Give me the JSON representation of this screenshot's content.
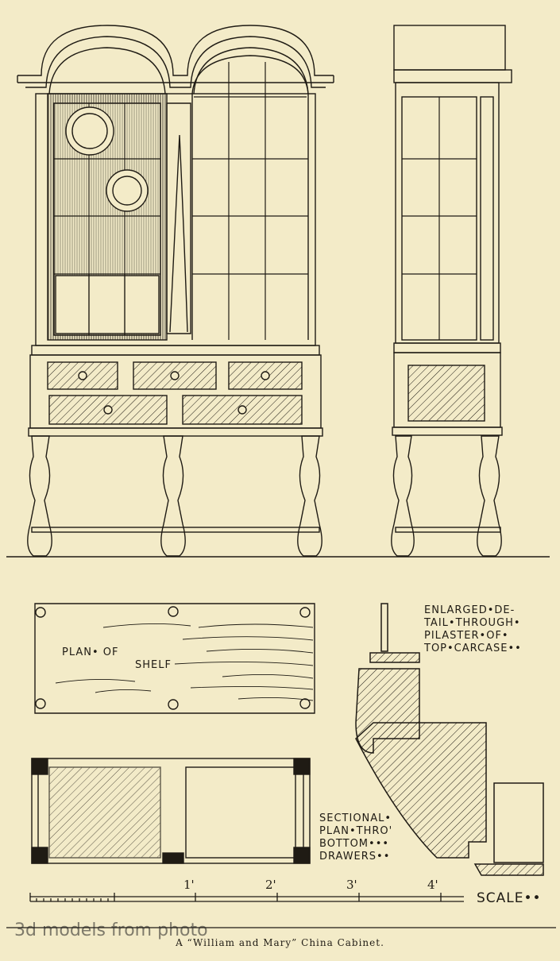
{
  "labels": {
    "plan_shelf_1": "PLAN• OF",
    "plan_shelf_2": "SHELF",
    "detail_1": "ENLARGED•DE-",
    "detail_2": "TAIL•THROUGH•",
    "detail_3": "PILASTER•OF•",
    "detail_4": "TOP•CARCASE••",
    "section_1": "SECTIONAL•",
    "section_2": "PLAN•THRO'",
    "section_3": "BOTTOM•••",
    "section_4": "DRAWERS••"
  },
  "scale": {
    "ticks": [
      "1'",
      "2'",
      "3'",
      "4'"
    ],
    "label": "SCALE••"
  },
  "caption": "A “William and Mary” China Cabinet.",
  "watermark": "3d models from photo",
  "colors": {
    "paper": "#f3ebc8",
    "ink": "#1f1b14"
  }
}
